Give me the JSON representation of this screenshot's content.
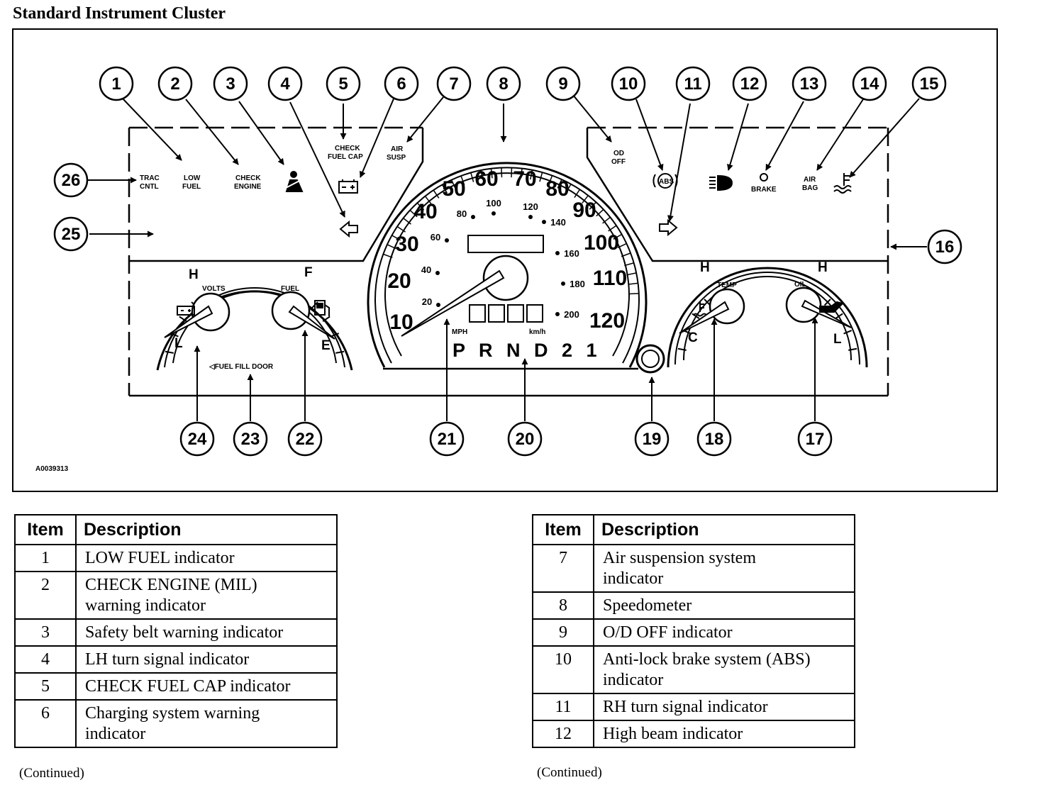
{
  "page_title": "Standard Instrument Cluster",
  "figure_id": "A0039313",
  "callouts": {
    "c1": "1",
    "c2": "2",
    "c3": "3",
    "c4": "4",
    "c5": "5",
    "c6": "6",
    "c7": "7",
    "c8": "8",
    "c9": "9",
    "c10": "10",
    "c11": "11",
    "c12": "12",
    "c13": "13",
    "c14": "14",
    "c15": "15",
    "c16": "16",
    "c17": "17",
    "c18": "18",
    "c19": "19",
    "c20": "20",
    "c21": "21",
    "c22": "22",
    "c23": "23",
    "c24": "24",
    "c25": "25",
    "c26": "26"
  },
  "panel_labels": {
    "trac_1": "TRAC",
    "trac_2": "CNTL",
    "low_fuel_1": "LOW",
    "low_fuel_2": "FUEL",
    "check_engine_1": "CHECK",
    "check_engine_2": "ENGINE",
    "check_fuel_cap_1": "CHECK",
    "check_fuel_cap_2": "FUEL CAP",
    "air_susp_1": "AIR",
    "air_susp_2": "SUSP",
    "od_off_1": "OD",
    "od_off_2": "OFF",
    "abs": "ABS",
    "brake": "BRAKE",
    "air_bag_1": "AIR",
    "air_bag_2": "BAG",
    "volts": "VOLTS",
    "fuel": "FUEL",
    "temp": "TEMP",
    "oil": "OIL",
    "fuel_fill_door": "◁FUEL FILL DOOR",
    "mph": "MPH",
    "kmh": "km/h",
    "prnd": "P R N D 2 1"
  },
  "gauge_letters": {
    "volts_high": "H",
    "volts_low": "L",
    "fuel_full": "F",
    "fuel_empty": "E",
    "temp_hot": "H",
    "temp_cold": "C",
    "oil_high": "H",
    "oil_low": "L"
  },
  "speedometer": {
    "mph_labels": [
      "10",
      "20",
      "30",
      "40",
      "50",
      "60",
      "70",
      "80",
      "90",
      "100",
      "110",
      "120"
    ],
    "kmh_labels": [
      "20",
      "40",
      "60",
      "80",
      "100",
      "120",
      "140",
      "160",
      "180",
      "200"
    ]
  },
  "legend_left": {
    "header_item": "Item",
    "header_desc": "Description",
    "rows": [
      {
        "item": "1",
        "desc_1": "LOW FUEL indicator",
        "desc_2": ""
      },
      {
        "item": "2",
        "desc_1": "CHECK ENGINE (MIL)",
        "desc_2": "warning indicator"
      },
      {
        "item": "3",
        "desc_1": "Safety belt warning indicator",
        "desc_2": ""
      },
      {
        "item": "4",
        "desc_1": "LH turn signal indicator",
        "desc_2": ""
      },
      {
        "item": "5",
        "desc_1": "CHECK FUEL CAP indicator",
        "desc_2": ""
      },
      {
        "item": "6",
        "desc_1": "Charging system warning",
        "desc_2": "indicator"
      }
    ],
    "continued": "(Continued)"
  },
  "legend_right": {
    "header_item": "Item",
    "header_desc": "Description",
    "rows": [
      {
        "item": "7",
        "desc_1": "Air suspension system",
        "desc_2": "indicator"
      },
      {
        "item": "8",
        "desc_1": "Speedometer",
        "desc_2": ""
      },
      {
        "item": "9",
        "desc_1": "O/D OFF indicator",
        "desc_2": ""
      },
      {
        "item": "10",
        "desc_1": "Anti-lock brake system (ABS)",
        "desc_2": "indicator"
      },
      {
        "item": "11",
        "desc_1": "RH turn signal indicator",
        "desc_2": ""
      },
      {
        "item": "12",
        "desc_1": "High beam indicator",
        "desc_2": ""
      }
    ],
    "continued": "(Continued)"
  }
}
